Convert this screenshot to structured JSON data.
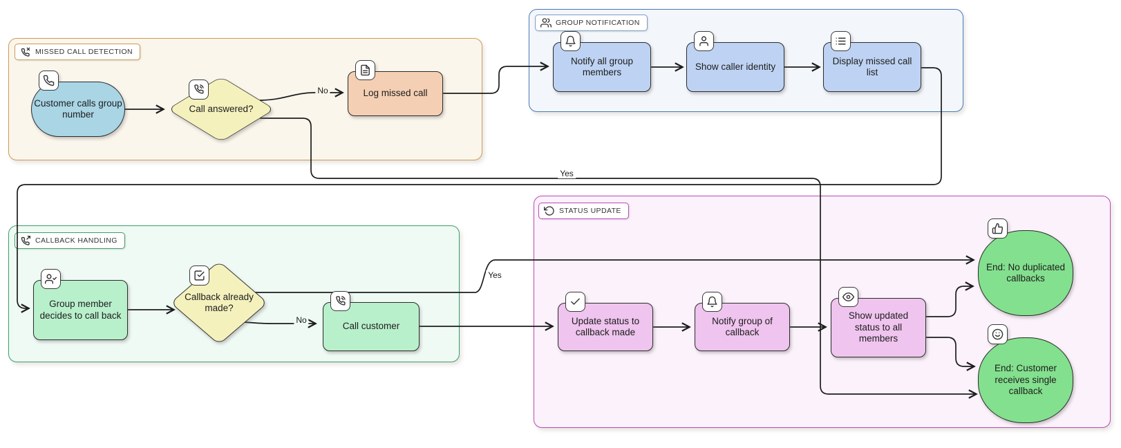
{
  "diagram": {
    "groups": {
      "missed_call_detection": {
        "label": "MISSED CALL DETECTION",
        "icon": "missed-call-icon",
        "border_color": "#cf9a55",
        "background": "#faf6ec"
      },
      "group_notification": {
        "label": "GROUP NOTIFICATION",
        "icon": "people-icon",
        "border_color": "#4779b6",
        "background": "#f3f6fb"
      },
      "callback_handling": {
        "label": "CALLBACK HANDLING",
        "icon": "callback-phone-icon",
        "border_color": "#3d9e69",
        "background": "#effaf4"
      },
      "status_update": {
        "label": "STATUS UPDATE",
        "icon": "refresh-icon",
        "border_color": "#bc4ab4",
        "background": "#fbf2fb"
      }
    },
    "nodes": {
      "customer_calls": {
        "label": "Customer calls group number",
        "icon": "phone-icon",
        "shape": "stadium",
        "fill": "#a9d5e5"
      },
      "call_answered": {
        "label": "Call answered?",
        "icon": "phone-ringing-icon",
        "shape": "diamond",
        "fill": "#f4f1bd"
      },
      "log_missed_call": {
        "label": "Log missed call",
        "icon": "document-icon",
        "shape": "rect",
        "fill": "#f4cfb3"
      },
      "notify_all_members": {
        "label": "Notify all group members",
        "icon": "bell-icon",
        "shape": "rect",
        "fill": "#bed3f3"
      },
      "show_caller_identity": {
        "label": "Show caller identity",
        "icon": "person-icon",
        "shape": "rect",
        "fill": "#bed3f3"
      },
      "display_missed_call_list": {
        "label": "Display missed call list",
        "icon": "list-icon",
        "shape": "rect",
        "fill": "#bed3f3"
      },
      "group_member_decides": {
        "label": "Group member decides to call back",
        "icon": "person-check-icon",
        "shape": "rect",
        "fill": "#b9f0cc"
      },
      "callback_already_made": {
        "label": "Callback already made?",
        "icon": "checkbox-icon",
        "shape": "diamond",
        "fill": "#f4f1bd"
      },
      "call_customer": {
        "label": "Call customer",
        "icon": "phone-ringing-icon",
        "shape": "rect",
        "fill": "#b9f0cc"
      },
      "update_status_to_callback_made": {
        "label": "Update status to callback made",
        "icon": "check-icon",
        "shape": "rect",
        "fill": "#efc4ee"
      },
      "notify_group_of_callback": {
        "label": "Notify group of callback",
        "icon": "bell-icon",
        "shape": "rect",
        "fill": "#efc4ee"
      },
      "show_updated_status": {
        "label": "Show updated status to all members",
        "icon": "eye-icon",
        "shape": "rect",
        "fill": "#efc4ee"
      },
      "end_no_duplicated_callbacks": {
        "label": "End: No duplicated callbacks",
        "icon": "thumbs-up-icon",
        "shape": "circle",
        "fill": "#83e08e"
      },
      "end_customer_single_callback": {
        "label": "End: Customer receives single callback",
        "icon": "smiley-icon",
        "shape": "circle",
        "fill": "#83e08e"
      }
    },
    "edge_labels": {
      "no_to_log": "No",
      "yes_answered": "Yes",
      "yes_callback": "Yes",
      "no_callback": "No"
    },
    "edges": [
      {
        "from": "customer_calls",
        "to": "call_answered",
        "label": ""
      },
      {
        "from": "call_answered",
        "to": "log_missed_call",
        "label": "No"
      },
      {
        "from": "call_answered",
        "to": "end_customer_single_callback",
        "label": "Yes"
      },
      {
        "from": "log_missed_call",
        "to": "notify_all_members",
        "label": ""
      },
      {
        "from": "notify_all_members",
        "to": "show_caller_identity",
        "label": ""
      },
      {
        "from": "show_caller_identity",
        "to": "display_missed_call_list",
        "label": ""
      },
      {
        "from": "display_missed_call_list",
        "to": "group_member_decides",
        "label": ""
      },
      {
        "from": "group_member_decides",
        "to": "callback_already_made",
        "label": ""
      },
      {
        "from": "callback_already_made",
        "to": "end_no_duplicated_callbacks",
        "label": "Yes"
      },
      {
        "from": "callback_already_made",
        "to": "call_customer",
        "label": "No"
      },
      {
        "from": "call_customer",
        "to": "update_status_to_callback_made",
        "label": ""
      },
      {
        "from": "update_status_to_callback_made",
        "to": "notify_group_of_callback",
        "label": ""
      },
      {
        "from": "notify_group_of_callback",
        "to": "show_updated_status",
        "label": ""
      },
      {
        "from": "show_updated_status",
        "to": "end_no_duplicated_callbacks",
        "label": ""
      },
      {
        "from": "show_updated_status",
        "to": "end_customer_single_callback",
        "label": ""
      }
    ],
    "edge_color": "#1c1c1c"
  }
}
